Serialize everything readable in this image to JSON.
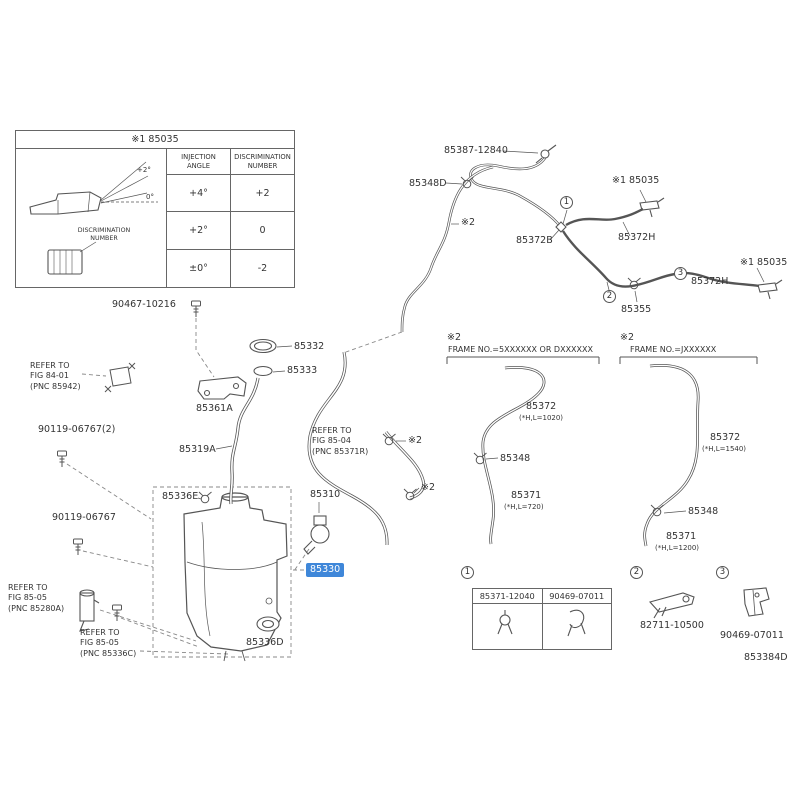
{
  "accent": {
    "highlight_bg": "#3f87d9",
    "highlight_fg": "#ffffff",
    "line": "#555555"
  },
  "spec_table": {
    "title": "※1 85035",
    "header_angle": "INJECTION\nANGLE",
    "header_number": "DISCRIMINATION\nNUMBER",
    "rows": [
      {
        "angle": "+4°",
        "number": "+2"
      },
      {
        "angle": "+2°",
        "number": "0"
      },
      {
        "angle": "±0°",
        "number": "-2"
      }
    ],
    "ann_plus2": "+2°",
    "ann_zero": "0°",
    "ann_discrimination": "DISCRIMINATION\nNUMBER"
  },
  "left": {
    "bolt_top": "90467-10216",
    "cap": "85332",
    "filler_neck": "85333",
    "refer_84_01": "REFER TO\nFIG 84-01\n(PNC 85942)",
    "bracket": "85361A",
    "bolt_pair": "90119-06767(2)",
    "filler_hose": "85319A",
    "clip_e": "85336E",
    "bolt_single": "90119-06767",
    "refer_85_04": "REFER TO\nFIG 85-04\n(PNC 85371R)",
    "pump": "85310",
    "jar": "85330",
    "refer_85_05_a": "REFER TO\nFIG 85-05\n(PNC 85280A)",
    "refer_85_05_b": "REFER TO\nFIG 85-05\n(PNC 85336C)",
    "grommet": "85336D"
  },
  "hose_assembly": {
    "hose_no": "85387-12840",
    "clip_d": "85348D",
    "nozzle_right": "※1 85035",
    "joint": "85372B",
    "hose_h_upper": "85372H",
    "clamp": "85355",
    "hose_h_lower": "85372H",
    "nozzle_far": "※1 85035",
    "star2": "※2",
    "callout_1": "1",
    "callout_2": "2",
    "callout_3": "3"
  },
  "frame_a": {
    "star": "※2",
    "title": "FRAME NO.=5XXXXXX OR DXXXXXX",
    "hose_upper": "85372",
    "hose_upper_len": "(*H,L=1020)",
    "clip": "85348",
    "hose_lower": "85371",
    "hose_lower_len": "(*H,L=720)"
  },
  "frame_b": {
    "star": "※2",
    "title": "FRAME NO.=JXXXXXX",
    "hose_upper": "85372",
    "hose_upper_len": "(*H,L=1540)",
    "clip": "85348",
    "hose_lower": "85371",
    "hose_lower_len": "(*H,L=1200)"
  },
  "legend": {
    "callout_1": "1",
    "callout_2": "2",
    "callout_3": "3",
    "table_cols": [
      "85371-12040",
      "90469-07011"
    ],
    "part_2": "82711-10500",
    "part_3": "90469-07011",
    "diagram_code": "853384D"
  }
}
